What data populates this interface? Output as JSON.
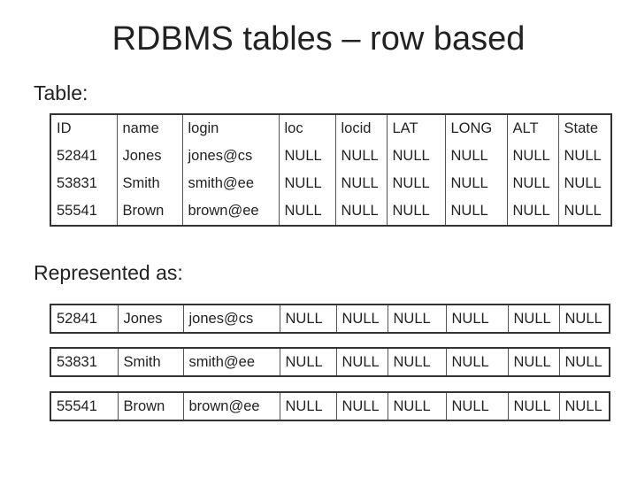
{
  "title": "RDBMS tables – row based",
  "table_label": "Table:",
  "represented_label": "Represented as:",
  "columns": [
    "ID",
    "name",
    "login",
    "loc",
    "locid",
    "LAT",
    "LONG",
    "ALT",
    "State"
  ],
  "rows": [
    [
      "52841",
      "Jones",
      "jones@cs",
      "NULL",
      "NULL",
      "NULL",
      "NULL",
      "NULL",
      "NULL"
    ],
    [
      "53831",
      "Smith",
      "smith@ee",
      "NULL",
      "NULL",
      "NULL",
      "NULL",
      "NULL",
      "NULL"
    ],
    [
      "55541",
      "Brown",
      "brown@ee",
      "NULL",
      "NULL",
      "NULL",
      "NULL",
      "NULL",
      "NULL"
    ]
  ],
  "row_records": [
    [
      "52841",
      "Jones",
      "jones@cs",
      "NULL",
      "NULL",
      "NULL",
      "NULL",
      "NULL",
      "NULL"
    ],
    [
      "53831",
      "Smith",
      "smith@ee",
      "NULL",
      "NULL",
      "NULL",
      "NULL",
      "NULL",
      "NULL"
    ],
    [
      "55541",
      "Brown",
      "brown@ee",
      "NULL",
      "NULL",
      "NULL",
      "NULL",
      "NULL",
      "NULL"
    ]
  ]
}
